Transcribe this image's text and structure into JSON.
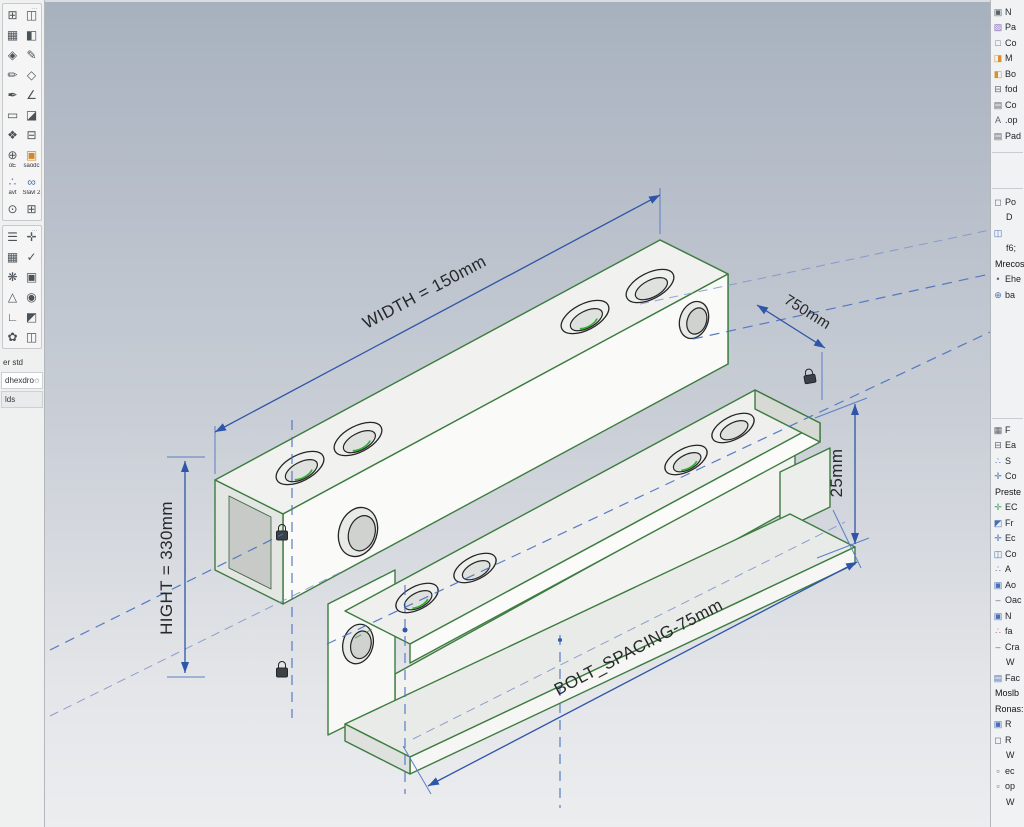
{
  "viewport": {
    "dimensions": {
      "width_label": "WIDTH = 150mm",
      "depth_label": "750mm",
      "step_height_label": "25mm",
      "height_label": "HIGHT = 330mm",
      "bolt_spacing_label": "BOLT_SPACING-75mm"
    },
    "colors": {
      "edge_green": "#3d7c3f",
      "dimension_blue": "#2f55a8",
      "centerline_blue": "#4a6fc0",
      "face_white": "#fafaf8",
      "background_top": "#a7b1be",
      "background_bottom": "#ecedef"
    }
  },
  "left_toolbar": {
    "section1": [
      {
        "name": "clipboard-icon",
        "glyph": "⊞",
        "caption": ""
      },
      {
        "name": "tag-window-icon",
        "glyph": "◫",
        "caption": ""
      },
      {
        "name": "image-icon",
        "glyph": "▦",
        "caption": ""
      },
      {
        "name": "corner-window-icon",
        "glyph": "◧",
        "caption": ""
      },
      {
        "name": "node-link-icon",
        "glyph": "◈",
        "caption": ""
      },
      {
        "name": "pen-icon",
        "glyph": "✎",
        "caption": ""
      },
      {
        "name": "edit-line-icon",
        "glyph": "✏",
        "caption": ""
      },
      {
        "name": "cube-node-icon",
        "glyph": "◇",
        "caption": ""
      },
      {
        "name": "brush-icon",
        "glyph": "✒",
        "caption": ""
      },
      {
        "name": "measure-line-icon",
        "glyph": "∠",
        "caption": ""
      },
      {
        "name": "screen-icon",
        "glyph": "▭",
        "caption": ""
      },
      {
        "name": "brush-detail-icon",
        "glyph": "◪",
        "caption": ""
      },
      {
        "name": "hand-tool-icon",
        "glyph": "❖",
        "caption": ""
      },
      {
        "name": "label-box-icon",
        "glyph": "⊟",
        "caption": ""
      },
      {
        "name": "globe-net-icon",
        "glyph": "⊕",
        "caption": "oE"
      },
      {
        "name": "orange-box-icon",
        "glyph": "▣",
        "caption": "saodc",
        "color": "#cf8a2e"
      },
      {
        "name": "dots-cluster-icon",
        "glyph": "∴",
        "caption": "avt",
        "color": "#7a6fb0"
      },
      {
        "name": "chain-link-icon",
        "glyph": "∞",
        "caption": "Slavl 2",
        "color": "#4a6fb5"
      },
      {
        "name": "cloud-icon",
        "glyph": "⊙",
        "caption": ""
      },
      {
        "name": "table-icon",
        "glyph": "⊞",
        "caption": ""
      }
    ],
    "section2": [
      {
        "name": "stamp-icon",
        "glyph": "☰"
      },
      {
        "name": "wrench-icon",
        "glyph": "✛"
      },
      {
        "name": "grid-icon",
        "glyph": "▦"
      },
      {
        "name": "check-chart-icon",
        "glyph": "✓"
      },
      {
        "name": "pattern-icon",
        "glyph": "❋"
      },
      {
        "name": "monitor-icon",
        "glyph": "▣"
      },
      {
        "name": "angle-icon",
        "glyph": "△"
      },
      {
        "name": "camera-icon",
        "glyph": "◉"
      },
      {
        "name": "ruler-icon",
        "glyph": "∟"
      },
      {
        "name": "robot-icon",
        "glyph": "◩"
      },
      {
        "name": "gears-icon",
        "glyph": "✿"
      },
      {
        "name": "layout-icon",
        "glyph": "◫"
      }
    ],
    "list_items": {
      "item1": "er std",
      "item2": "dhexdro",
      "item2_star": "✩",
      "item3": "lds"
    }
  },
  "right_panel": {
    "group_a": [
      {
        "name": "tree-item",
        "icon": "▣",
        "label": "N"
      },
      {
        "name": "tree-item",
        "icon": "▨",
        "label": "Pa",
        "color": "#8e6fc0"
      },
      {
        "name": "tree-item",
        "icon": "□",
        "label": "Co"
      },
      {
        "name": "tree-item",
        "icon": "◨",
        "label": "M",
        "color": "#d9912b"
      },
      {
        "name": "tree-item",
        "icon": "◧",
        "label": "Bo",
        "color": "#d9912b"
      },
      {
        "name": "tree-item",
        "icon": "⊟",
        "label": "fod"
      },
      {
        "name": "tree-item",
        "icon": "▤",
        "label": "Co"
      },
      {
        "name": "tree-item",
        "icon": "A",
        "label": ".op"
      },
      {
        "name": "tree-item",
        "icon": "▤",
        "label": "Pad"
      }
    ],
    "group_b": [
      {
        "name": "tree-item",
        "icon": "◻",
        "label": "Po"
      },
      {
        "name": "tree-item",
        "icon": "",
        "label": "D",
        "indent": true
      },
      {
        "name": "tree-item",
        "icon": "◫",
        "label": "",
        "color": "#4a6fb5"
      },
      {
        "name": "tree-item",
        "icon": "",
        "label": "f6;",
        "indent": true
      },
      {
        "name": "section-label",
        "icon": "",
        "label": "Mrecos",
        "header": true
      },
      {
        "name": "tree-item",
        "icon": "•",
        "label": "Ehe"
      },
      {
        "name": "tree-item",
        "icon": "⊕",
        "label": "ba",
        "color": "#4a6fb5"
      }
    ],
    "group_c": [
      {
        "name": "tree-item",
        "icon": "▦",
        "label": "F"
      },
      {
        "name": "tree-item",
        "icon": "⊟",
        "label": "Ea"
      },
      {
        "name": "tree-item",
        "icon": "∴",
        "label": "S",
        "color": "#4a6fb5"
      },
      {
        "name": "tree-item",
        "icon": "✛",
        "label": "Co",
        "color": "#4a6fb5"
      },
      {
        "name": "section-label",
        "icon": "",
        "label": "Preste",
        "header": true
      },
      {
        "name": "tree-item",
        "icon": "✛",
        "label": "EC",
        "color": "#3da05f"
      },
      {
        "name": "tree-item",
        "icon": "◩",
        "label": "Fr",
        "color": "#4a6fb5"
      },
      {
        "name": "tree-item",
        "icon": "✛",
        "label": "Ec",
        "color": "#4a6fb5"
      },
      {
        "name": "tree-item",
        "icon": "◫",
        "label": "Co",
        "color": "#4a6fb5"
      },
      {
        "name": "tree-item",
        "icon": "∴",
        "label": "A",
        "color": "#4a6fb5"
      },
      {
        "name": "tree-item",
        "icon": "▣",
        "label": "Ao",
        "color": "#4a6fb5"
      },
      {
        "name": "tree-item",
        "icon": "–",
        "label": "Oac"
      },
      {
        "name": "tree-item",
        "icon": "▣",
        "label": "N",
        "color": "#4a6fb5"
      },
      {
        "name": "tree-item",
        "icon": "∴",
        "label": "fa",
        "color": "#c0608e"
      },
      {
        "name": "tree-item",
        "icon": "–",
        "label": "Cra"
      },
      {
        "name": "tree-item",
        "icon": "",
        "label": "W",
        "indent": true
      },
      {
        "name": "tree-item",
        "icon": "▤",
        "label": "Fac",
        "color": "#4a6fb5"
      },
      {
        "name": "section-label",
        "icon": "",
        "label": "Moslb",
        "header": true
      },
      {
        "name": "section-label",
        "icon": "",
        "label": "Ronas:",
        "header": true
      },
      {
        "name": "tree-item",
        "icon": "▣",
        "label": "R",
        "color": "#4a6fb5"
      },
      {
        "name": "tree-item",
        "icon": "◻",
        "label": "R"
      },
      {
        "name": "tree-item",
        "icon": "",
        "label": "W",
        "indent": true
      },
      {
        "name": "tree-item",
        "icon": "▫",
        "label": "ec"
      },
      {
        "name": "tree-item",
        "icon": "▫",
        "label": "op"
      },
      {
        "name": "tree-item",
        "icon": "",
        "label": "W",
        "indent": true
      }
    ]
  }
}
